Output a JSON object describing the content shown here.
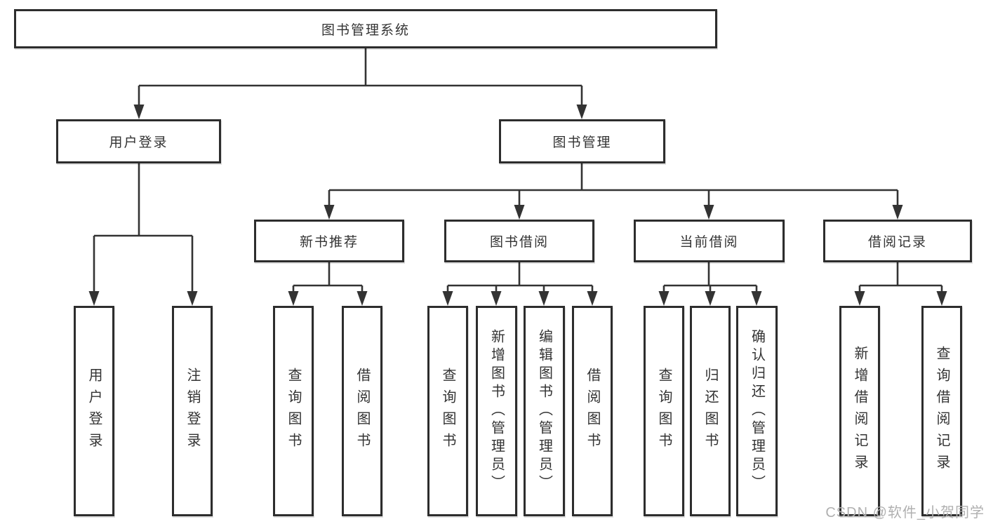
{
  "nodes": {
    "root": {
      "label": "图书管理系统"
    },
    "user_login": {
      "label": "用户登录"
    },
    "book_management": {
      "label": "图书管理"
    },
    "new_book_recommend": {
      "label": "新书推荐"
    },
    "book_borrow": {
      "label": "图书借阅"
    },
    "current_borrow": {
      "label": "当前借阅"
    },
    "borrow_record": {
      "label": "借阅记录"
    },
    "leaf_user_login": {
      "label": "用户登录"
    },
    "leaf_logout": {
      "label": "注销登录"
    },
    "leaf_query_book_1": {
      "label": "查询图书"
    },
    "leaf_borrow_book_1": {
      "label": "借阅图书"
    },
    "leaf_query_book_2": {
      "label": "查询图书"
    },
    "leaf_add_book_admin": {
      "label": "新增图书（管理员）"
    },
    "leaf_edit_book_admin": {
      "label": "编辑图书（管理员）"
    },
    "leaf_borrow_book_2": {
      "label": "借阅图书"
    },
    "leaf_query_book_3": {
      "label": "查询图书"
    },
    "leaf_return_book": {
      "label": "归还图书"
    },
    "leaf_confirm_return_admin": {
      "label": "确认归还（管理员）"
    },
    "leaf_add_borrow_record": {
      "label": "新增借阅记录"
    },
    "leaf_query_borrow_record": {
      "label": "查询借阅记录"
    }
  },
  "watermark": {
    "text": "CSDN @软件_小贺同学"
  },
  "colors": {
    "line": "#333333",
    "box_border": "#2d2d2d",
    "text": "#333333",
    "background": "#ffffff",
    "watermark": "#b0b0b0"
  }
}
